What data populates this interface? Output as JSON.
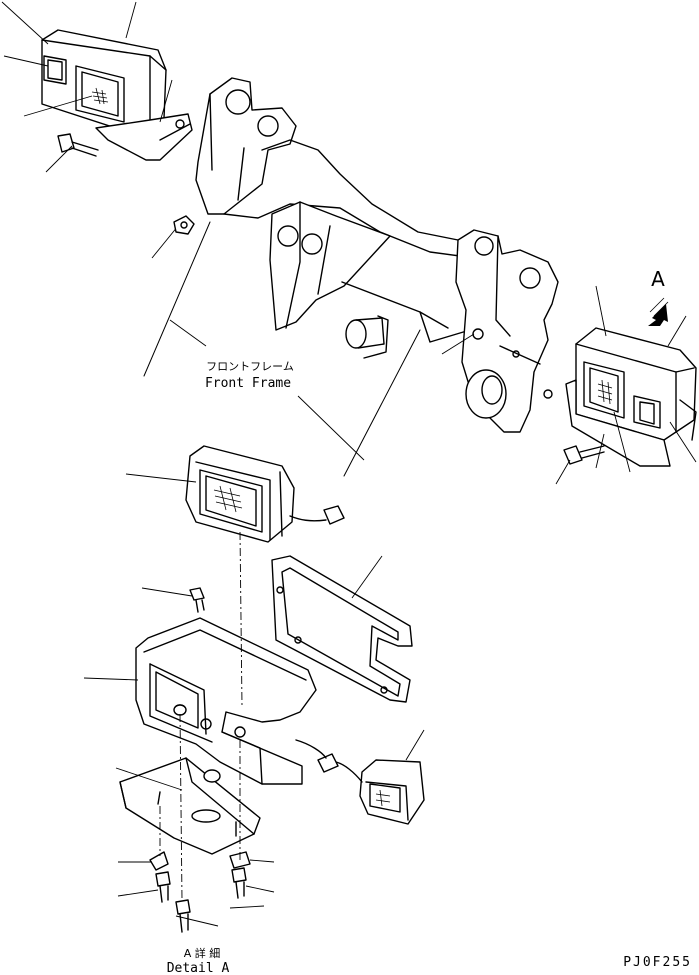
{
  "labels": {
    "front_frame_ja": "フロントフレーム",
    "front_frame_en": "Front Frame",
    "view_letter": "A",
    "detail_ja": "A 詳 細",
    "detail_en": "Detail A",
    "drawing_code": "PJ0F255"
  }
}
